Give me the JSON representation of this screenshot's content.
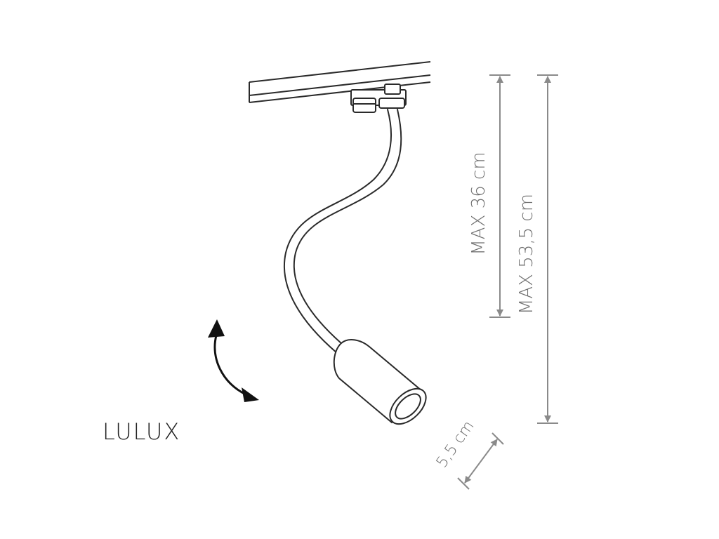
{
  "product_name": "LULUX",
  "dimensions": {
    "flex_arm_max": "MAX 36 cm",
    "total_height_max": "MAX 53,5 cm",
    "head_diameter": "5,5 cm"
  },
  "colors": {
    "outline": "#2a2a2a",
    "dimension": "#8a8a8a",
    "dimension_text": "#707070",
    "background": "#ffffff"
  },
  "icons": {
    "rotation": "curved-double-arrow-icon"
  }
}
